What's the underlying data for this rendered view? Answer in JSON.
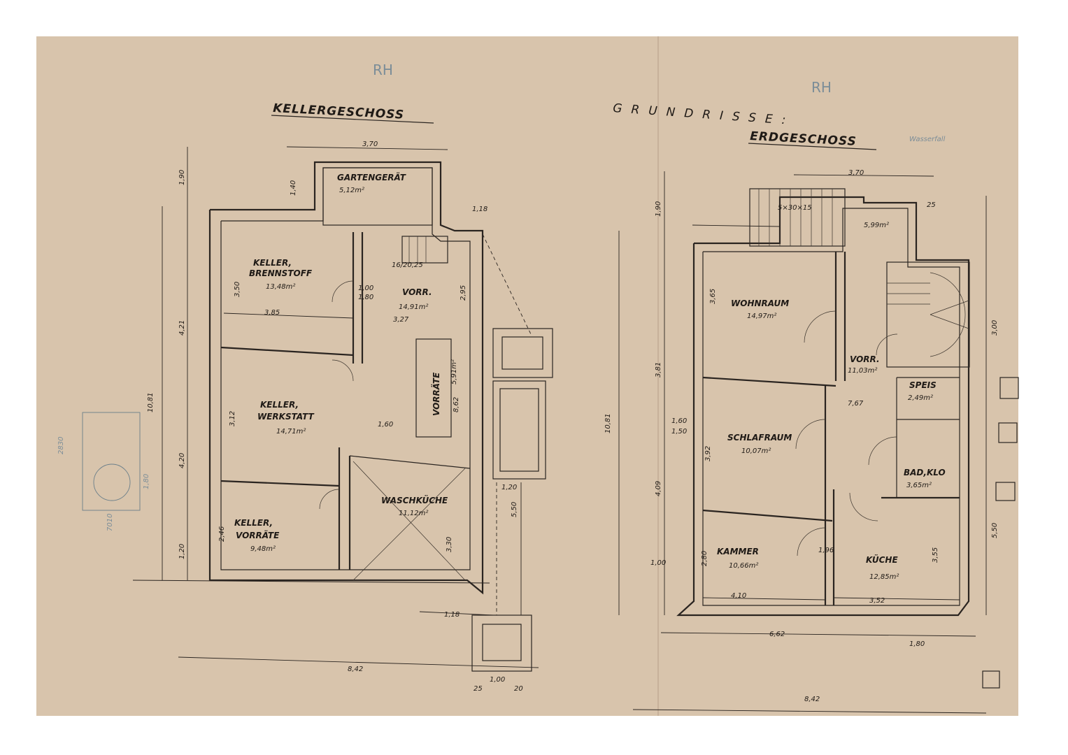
{
  "colors": {
    "paper": "#d8c4ac",
    "ink": "#2a2420",
    "pencil": "#7b8d98"
  },
  "header": {
    "main_title": "GRUNDRISSE:",
    "initials_left": "RH",
    "initials_right": "RH"
  },
  "keller": {
    "title": "KELLERGESCHOSS",
    "rooms": {
      "gartengeraet": {
        "name": "GARTENGERÄT",
        "area": "5,12m²"
      },
      "brennstoff": {
        "name1": "KELLER,",
        "name2": "BRENNSTOFF",
        "area": "13,48m²"
      },
      "vorr": {
        "name": "VORR.",
        "area": "14,91m²"
      },
      "werkstatt": {
        "name1": "KELLER,",
        "name2": "WERKSTATT",
        "area": "14,71m²"
      },
      "vorraete": {
        "name": "VORRÄTE",
        "area": "5,91m²"
      },
      "waschkueche": {
        "name": "WASCHKÜCHE",
        "area": "11,12m²"
      },
      "keller_vorraete": {
        "name1": "KELLER,",
        "name2": "VORRÄTE",
        "area": "9,48m²"
      }
    },
    "dims": {
      "top_width": "3,70",
      "overall_width": "8,42",
      "overall_height": "10,81",
      "h1": "1,90",
      "h2": "4,21",
      "h3": "4,20",
      "h4": "1,20",
      "room_w": "3,85",
      "vorr_w": "3,27",
      "stair": "16/20,25",
      "d1": "2,95",
      "d2": "3,12",
      "d3": "2,46",
      "d4": "3,50",
      "d5": "5,50",
      "d6": "3,30",
      "d7": "1,18",
      "d8": "1,00",
      "d9": "1,80",
      "d10": "1,20",
      "d11": "8,62",
      "d12": "1,40",
      "d13": "1,60",
      "d14": "1,18",
      "d15": "1,00",
      "d16": "25",
      "d17": "20"
    }
  },
  "erd": {
    "title": "ERDGESCHOSS",
    "rooms": {
      "wohnraum": {
        "name": "WOHNRAUM",
        "area": "14,97m²"
      },
      "vorr": {
        "name": "VORR.",
        "area": "11,03m²"
      },
      "schlafraum": {
        "name": "SCHLAFRAUM",
        "area": "10,07m²"
      },
      "speis": {
        "name": "SPEIS",
        "area": "2,49m²"
      },
      "badklo": {
        "name": "BAD,KLO",
        "area": "3,65m²"
      },
      "kammer": {
        "name": "KAMMER",
        "area": "10,66m²"
      },
      "kueche": {
        "name": "KÜCHE",
        "area": "12,85m²"
      },
      "terrace": {
        "area": "5,99m²"
      }
    },
    "dims": {
      "top_width": "3,70",
      "overall_width": "8,42",
      "inner_width": "6,62",
      "overall_height": "10,81",
      "h1": "1,90",
      "h2": "3,81",
      "h3": "4,09",
      "h4": "3,00",
      "h5": "5,50",
      "w1": "4,10",
      "w2": "3,52",
      "w3": "1,80",
      "d1": "3,65",
      "d2": "3,92",
      "d3": "2,80",
      "d4": "3,55",
      "d5": "1,60",
      "d6": "1,50",
      "stair": "5×30×15",
      "d7": "7,67",
      "d8": "25",
      "d9": "1,00",
      "d10": "1,96"
    }
  },
  "pencil_notes": {
    "n1": "7010",
    "n2": "2830",
    "n3": "1,80",
    "n4": "Wasserfall"
  }
}
